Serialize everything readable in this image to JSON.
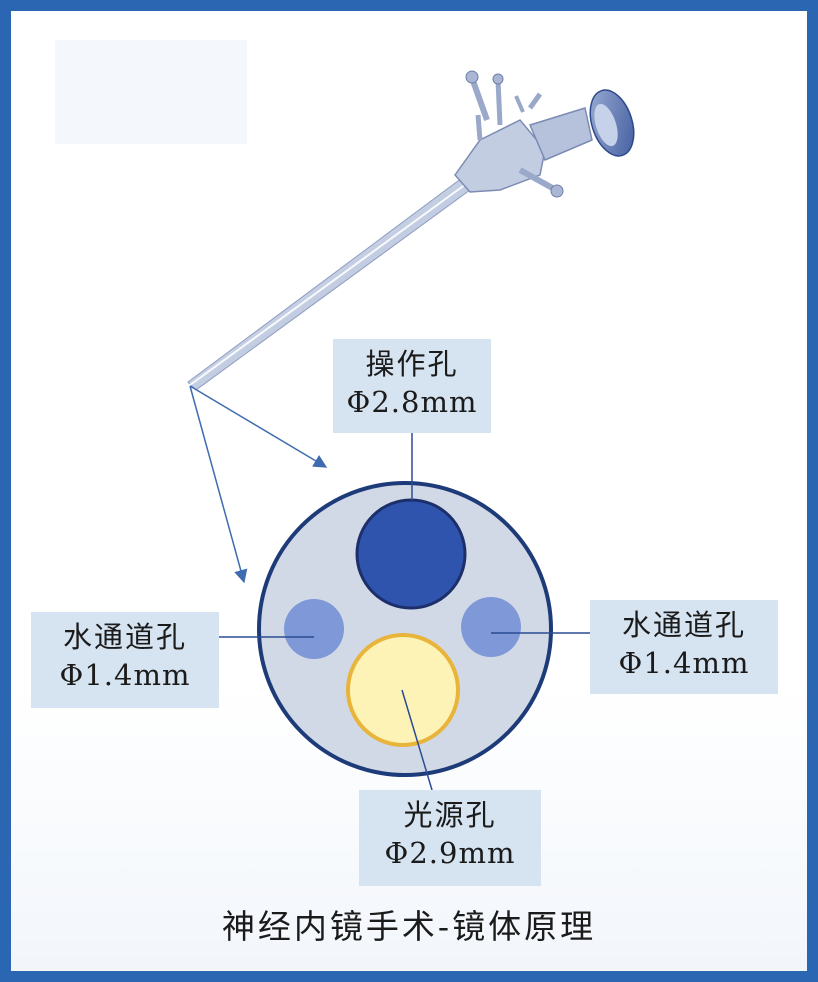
{
  "labels": {
    "operating_hole": {
      "name": "操作孔",
      "dimension": "Φ2.8mm"
    },
    "water_channel_left": {
      "name": "水通道孔",
      "dimension": "Φ1.4mm"
    },
    "water_channel_right": {
      "name": "水通道孔",
      "dimension": "Φ1.4mm"
    },
    "light_source_hole": {
      "name": "光源孔",
      "dimension": "Φ2.9mm"
    }
  },
  "caption": "神经内镜手术-镜体原理",
  "colors": {
    "frame": "#2a66b1",
    "label_background": "#d6e3f1",
    "scope_face": "#d2d9e6",
    "operating_hole": "#2e54ad",
    "water_channel": "#7e98d8",
    "light_source": "#fdf3b6",
    "light_source_ring": "#e8b43a"
  }
}
